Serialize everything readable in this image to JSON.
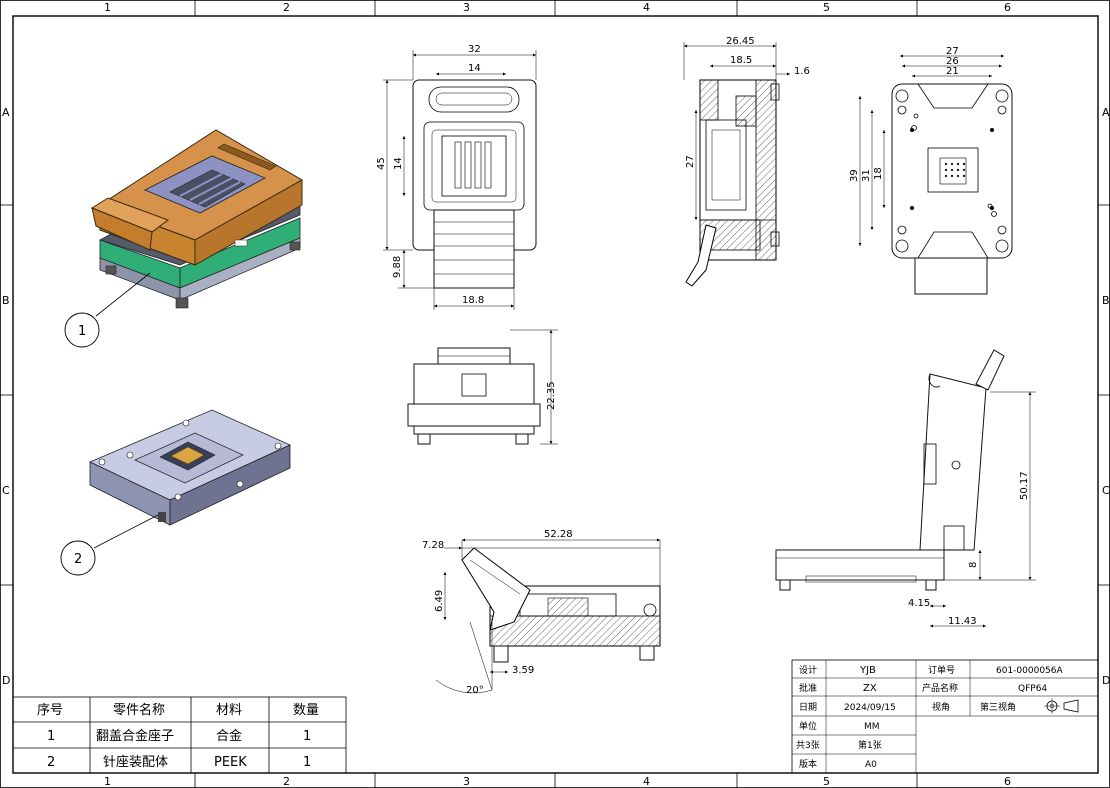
{
  "frame": {
    "columns": [
      "1",
      "2",
      "3",
      "4",
      "5",
      "6"
    ],
    "rows": [
      "A",
      "B",
      "C",
      "D"
    ]
  },
  "balloons": [
    "1",
    "2"
  ],
  "views": {
    "top": {
      "d_width": "32",
      "d_inner": "14",
      "d_height": "45",
      "d_window": "14",
      "d_tab": "9.88",
      "d_tab_w": "18.8"
    },
    "section": {
      "d_width": "26.45",
      "d_inner": "18.5",
      "d_offset": "1.6",
      "d_height": "27"
    },
    "bottom": {
      "d_w1": "27",
      "d_w2": "26",
      "d_w3": "21",
      "d_h1": "39",
      "d_h2": "31",
      "d_h3": "18"
    },
    "front": {
      "d_height": "22.35"
    },
    "open_section": {
      "d_lever": "7.28",
      "d_length": "52.28",
      "d_h": "6.49",
      "d_off": "3.59",
      "d_angle": "20°"
    },
    "open_side": {
      "d_height": "50.17",
      "d_base": "8",
      "d_x1": "4.15",
      "d_x2": "11.43"
    }
  },
  "bom": {
    "headers": [
      "序号",
      "零件名称",
      "材料",
      "数量"
    ],
    "rows": [
      [
        "1",
        "翻盖合金座子",
        "合金",
        "1"
      ],
      [
        "2",
        "针座装配体",
        "PEEK",
        "1"
      ]
    ]
  },
  "title_block": {
    "rows": [
      {
        "label": "设计",
        "value": "YJB",
        "label2": "订单号",
        "value2": "601-0000056A"
      },
      {
        "label": "批准",
        "value": "ZX",
        "label2": "产品名称",
        "value2": "QFP64"
      },
      {
        "label": "日期",
        "value": "2024/09/15",
        "label2": "视角",
        "value2": "第三视角"
      },
      {
        "label": "单位",
        "value": "MM"
      },
      {
        "label": "共3张",
        "value": "第1张"
      },
      {
        "label": "版本",
        "value": "A0"
      }
    ]
  },
  "colors": {
    "lid": "#c8842f",
    "base_green": "#2fae77",
    "window": "#8c93c2",
    "dark": "#4a4f63",
    "socket": "#c7cbe3",
    "pin_pad": "#d9a640"
  }
}
